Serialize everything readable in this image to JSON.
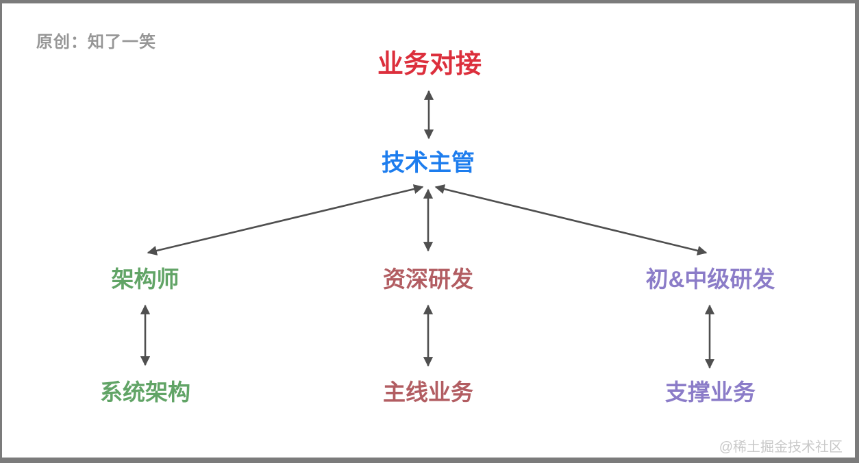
{
  "header": {
    "attribution": "原创：知了一笑"
  },
  "footer": {
    "watermark": "@稀土掘金技术社区"
  },
  "colors": {
    "root": "#dc2f3c",
    "manager": "#1d7dee",
    "architect": "#61a466",
    "senior_dev": "#b25d62",
    "junior_dev": "#8b7cc8",
    "arrow": "#4f4f4f",
    "frame": "#7b7b7b",
    "attribution_text": "#969696",
    "watermark_text": "#c9c9c9"
  },
  "diagram": {
    "nodes": {
      "root": {
        "label": "业务对接"
      },
      "manager": {
        "label": "技术主管"
      },
      "architect": {
        "label": "架构师"
      },
      "senior_dev": {
        "label": "资深研发"
      },
      "junior_dev": {
        "label": "初&中级研发"
      },
      "system_arch": {
        "label": "系统架构"
      },
      "main_business": {
        "label": "主线业务"
      },
      "support_business": {
        "label": "支撑业务"
      }
    },
    "edges": [
      {
        "from": "业务对接",
        "to": "技术主管",
        "style": "double-arrow"
      },
      {
        "from": "技术主管",
        "to": "架构师",
        "style": "double-arrow"
      },
      {
        "from": "技术主管",
        "to": "资深研发",
        "style": "double-arrow"
      },
      {
        "from": "技术主管",
        "to": "初&中级研发",
        "style": "double-arrow"
      },
      {
        "from": "架构师",
        "to": "系统架构",
        "style": "double-arrow"
      },
      {
        "from": "资深研发",
        "to": "主线业务",
        "style": "double-arrow"
      },
      {
        "from": "初&中级研发",
        "to": "支撑业务",
        "style": "double-arrow"
      }
    ]
  }
}
